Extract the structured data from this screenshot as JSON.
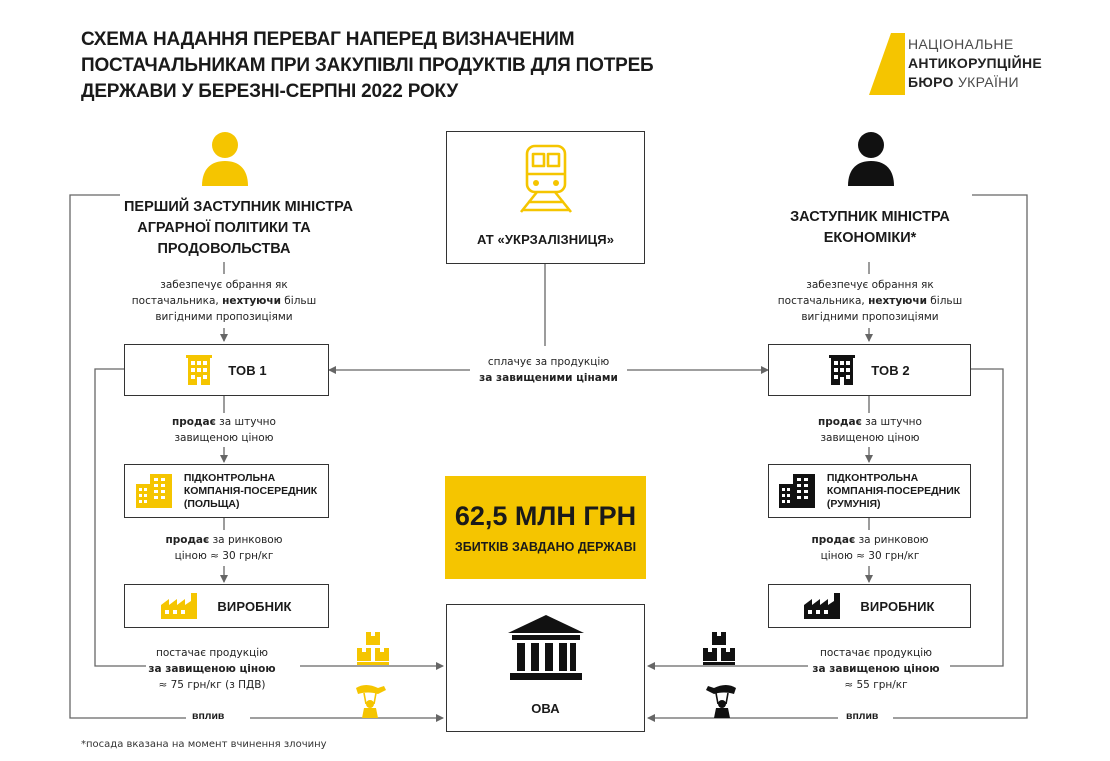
{
  "title": {
    "line1": "СХЕМА НАДАННЯ ПЕРЕВАГ НАПЕРЕД ВИЗНАЧЕНИМ",
    "line2": "ПОСТАЧАЛЬНИКАМ ПРИ ЗАКУПІВЛІ ПРОДУКТІВ ДЛЯ ПОТРЕБ",
    "line3": "ДЕРЖАВИ У БЕРЕЗНІ-СЕРПНІ 2022 РОКУ"
  },
  "logo": {
    "line1": "НАЦІОНАЛЬНЕ",
    "line2": "АНТИКОРУПЦІЙНЕ",
    "line3_bold": "БЮРО",
    "line3_rest": "УКРАЇНИ"
  },
  "left_official": {
    "line1": "ПЕРШИЙ ЗАСТУПНИК МІНІСТРА",
    "line2": "АГРАРНОЇ ПОЛІТИКИ ТА",
    "line3": "ПРОДОВОЛЬСТВА"
  },
  "right_official": {
    "line1": "ЗАСТУПНИК МІНІСТРА",
    "line2": "ЕКОНОМІКИ*"
  },
  "choice_note": {
    "line1": "забезпечує обрання як",
    "line2_pre": "постачальника,",
    "line2_bold": "нехтуючи",
    "line2_post": "більш",
    "line3": "вигідними пропозиціями"
  },
  "railway": {
    "label": "АТ «УКРЗАЛІЗНИЦЯ»"
  },
  "pays_note": {
    "line1": "сплачує за продукцію",
    "line2": "за завищеними цінами"
  },
  "tov1": {
    "label": "ТОВ 1"
  },
  "tov2": {
    "label": "ТОВ 2"
  },
  "sells_high": {
    "bold": "продає",
    "rest": "за штучно",
    "line2": "завищеною ціною"
  },
  "intermediary_left": {
    "line1": "ПІДКОНТРОЛЬНА",
    "line2": "КОМПАНІЯ-ПОСЕРЕДНИК",
    "line3": "(ПОЛЬЩА)"
  },
  "intermediary_right": {
    "line1": "ПІДКОНТРОЛЬНА",
    "line2": "КОМПАНІЯ-ПОСЕРЕДНИК",
    "line3": "(РУМУНІЯ)"
  },
  "sells_market": {
    "bold": "продає",
    "rest": "за ринковою",
    "line2": "ціною ≈ 30 грн/кг"
  },
  "producer": {
    "label": "ВИРОБНИК"
  },
  "loss": {
    "amount": "62,5 МЛН ГРН",
    "text": "ЗБИТКІВ ЗАВДАНО ДЕРЖАВІ"
  },
  "ova": {
    "label": "ОВА"
  },
  "supply_left": {
    "line1": "постачає продукцію",
    "line2": "за завищеною ціною",
    "line3": "≈ 75 грн/кг (з ПДВ)"
  },
  "supply_right": {
    "line1": "постачає продукцію",
    "line2": "за завищеною ціною",
    "line3": "≈ 55 грн/кг"
  },
  "influence": {
    "label": "вплив"
  },
  "footnote": "*посада вказана на момент вчинення злочину",
  "colors": {
    "accent": "#f5c500",
    "dark": "#1a1a1a",
    "line": "#555555"
  }
}
